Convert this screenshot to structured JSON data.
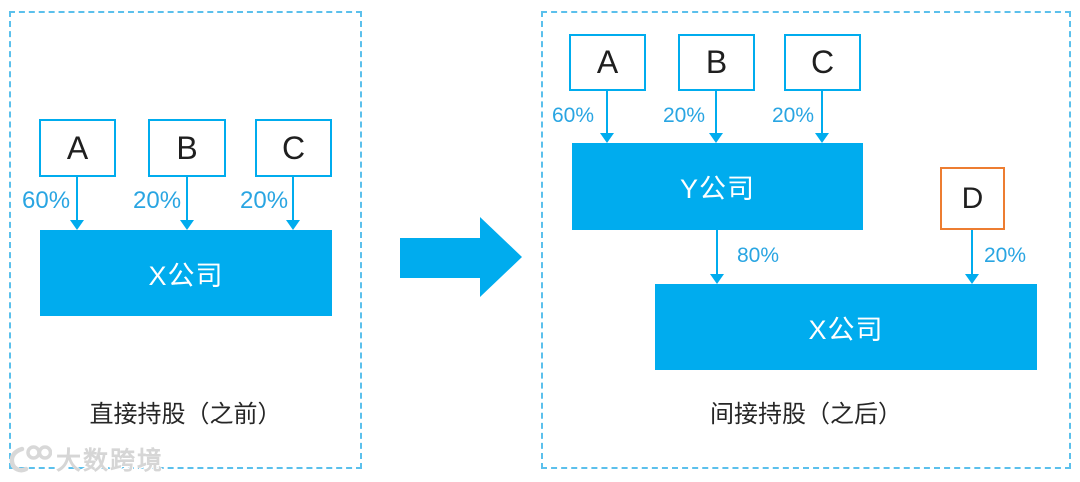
{
  "colors": {
    "blue": "#00ACEE",
    "blue-soft": "#29A5E2",
    "dash-border": "#5BC0EC",
    "orange": "#ED7D31",
    "text": "#262626",
    "watermark": "#D6D6D6"
  },
  "before": {
    "caption": "直接持股（之前）",
    "company": "X公司",
    "shareholders": [
      {
        "label": "A",
        "percent": "60%"
      },
      {
        "label": "B",
        "percent": "20%"
      },
      {
        "label": "C",
        "percent": "20%"
      }
    ]
  },
  "after": {
    "caption": "间接持股（之后）",
    "intermediate_company": "Y公司",
    "company": "X公司",
    "intermediate_holding_percent": "80%",
    "shareholders": [
      {
        "label": "A",
        "percent": "60%"
      },
      {
        "label": "B",
        "percent": "20%"
      },
      {
        "label": "C",
        "percent": "20%"
      }
    ],
    "new_shareholder": {
      "label": "D",
      "percent": "20%"
    }
  },
  "watermark": {
    "text": "大数跨境"
  }
}
